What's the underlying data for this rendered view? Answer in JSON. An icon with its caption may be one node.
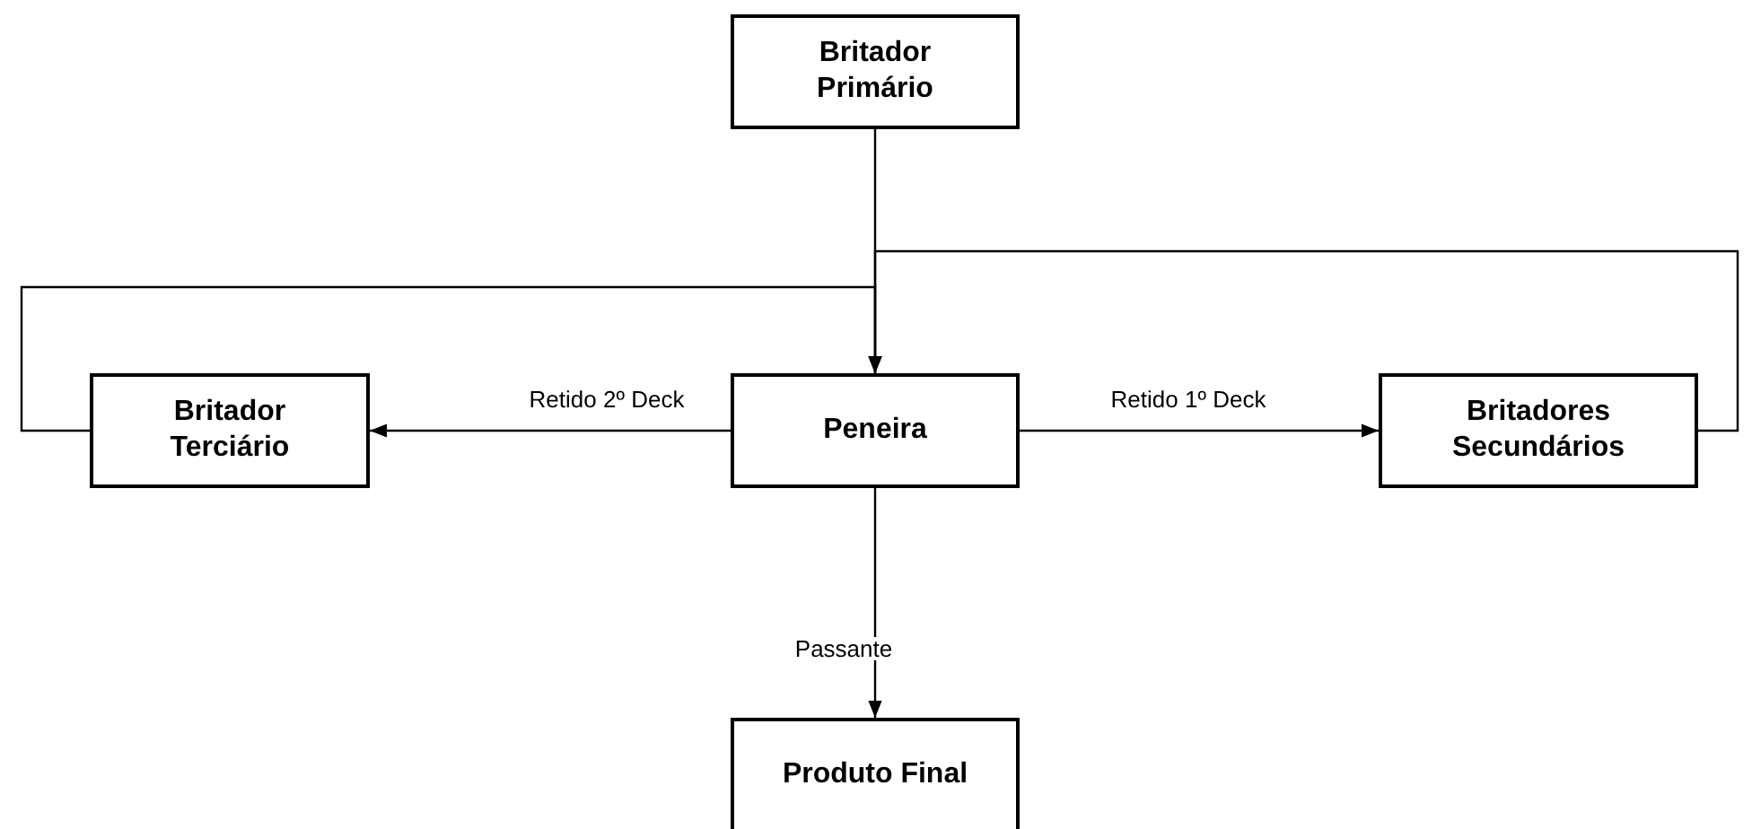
{
  "diagram": {
    "nodes": [
      {
        "text": [
          "Britador Primário"
        ]
      },
      {
        "text": [
          "Peneira"
        ]
      },
      {
        "text": [
          "Britador Terciário"
        ]
      },
      {
        "text": [
          "Britadores Secundários"
        ]
      },
      {
        "text": [
          "Produto Final"
        ]
      }
    ],
    "edges": [
      {
        "from": 0,
        "to": 1,
        "arrow": "to"
      },
      {
        "from": 1,
        "to": 2,
        "arrow": "to",
        "label": "Retido 2º Deck"
      },
      {
        "from": 1,
        "to": 3,
        "arrow": "to",
        "label": "Retido 1º Deck"
      },
      {
        "from": 1,
        "to": 4,
        "arrow": "to",
        "label": "Passante"
      },
      {
        "from": 2,
        "to": 1,
        "arrow": "to"
      },
      {
        "from": 3,
        "to": 1,
        "arrow": "to"
      }
    ]
  }
}
